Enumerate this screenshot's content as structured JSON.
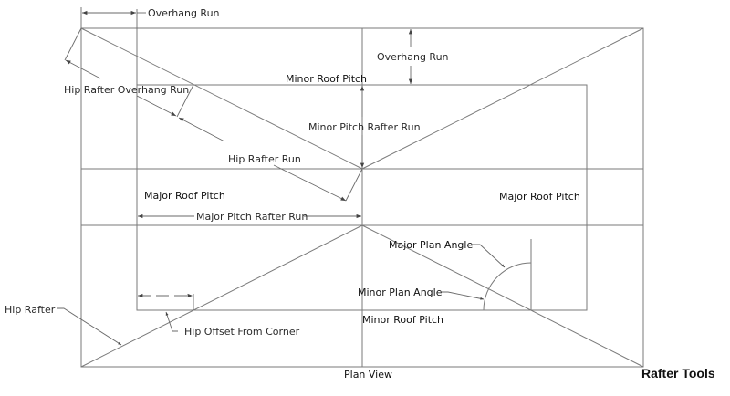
{
  "diagram": {
    "title": "Plan View",
    "brand": "Rafter Tools",
    "labels": {
      "overhang_run_top": "Overhang Run",
      "overhang_run_side": "Overhang Run",
      "minor_roof_pitch_top": "Minor Roof Pitch",
      "minor_pitch_rafter_run": "Minor Pitch  Rafter Run",
      "hip_rafter_overhang_run": "Hip Rafter Overhang Run",
      "hip_rafter_run": "Hip Rafter Run",
      "major_roof_pitch_left": "Major Roof Pitch",
      "major_roof_pitch_right": "Major Roof Pitch",
      "major_pitch_rafter_run": "Major Pitch  Rafter Run",
      "major_plan_angle": "Major Plan Angle",
      "minor_plan_angle": "Minor Plan Angle",
      "hip_rafter": "Hip Rafter",
      "hip_offset_from_corner": "Hip Offset From Corner",
      "minor_roof_pitch_bottom": "Minor Roof Pitch"
    }
  }
}
